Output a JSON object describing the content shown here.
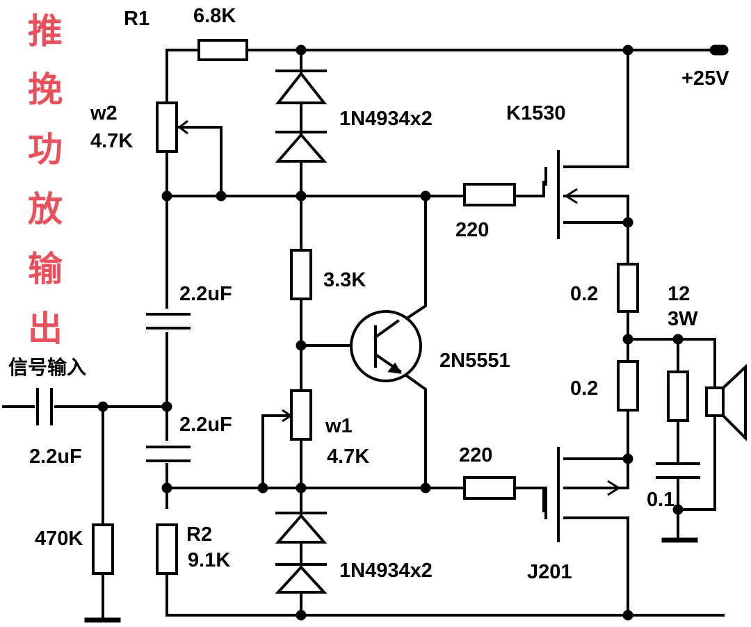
{
  "title": [
    "推",
    "挽",
    "功",
    "放",
    "输",
    "出"
  ],
  "input_label": "信号输入",
  "supply_label": "+25V",
  "labels": {
    "r1": "R1",
    "r1_value": "6.8K",
    "w2": "w2",
    "w2_value": "4.7K",
    "diodes_top": "1N4934x2",
    "diodes_bottom": "1N4934x2",
    "mosfet_top": "K1530",
    "mosfet_bottom": "J201",
    "r_gate_top": "220",
    "r_gate_bottom": "220",
    "r_emitter_top": "0.2",
    "r_emitter_bottom": "0.2",
    "speaker_ohms": "12",
    "speaker_watts": "3W",
    "c_top": "2.2uF",
    "c_mid": "2.2uF",
    "c_input": "2.2uF",
    "r_3k3": "3.3K",
    "transistor": "2N5551",
    "w1": "w1",
    "w1_value": "4.7K",
    "r_470k": "470K",
    "r2": "R2",
    "r2_value": "9.1K",
    "c_zobel": "0.1"
  },
  "colors": {
    "title": "#e8505b",
    "wire": "#000000"
  },
  "icons": [
    "resistor-icon",
    "diode-icon",
    "capacitor-icon",
    "npn-transistor-icon",
    "mosfet-icon",
    "speaker-icon",
    "ground-icon",
    "potentiometer-icon"
  ]
}
